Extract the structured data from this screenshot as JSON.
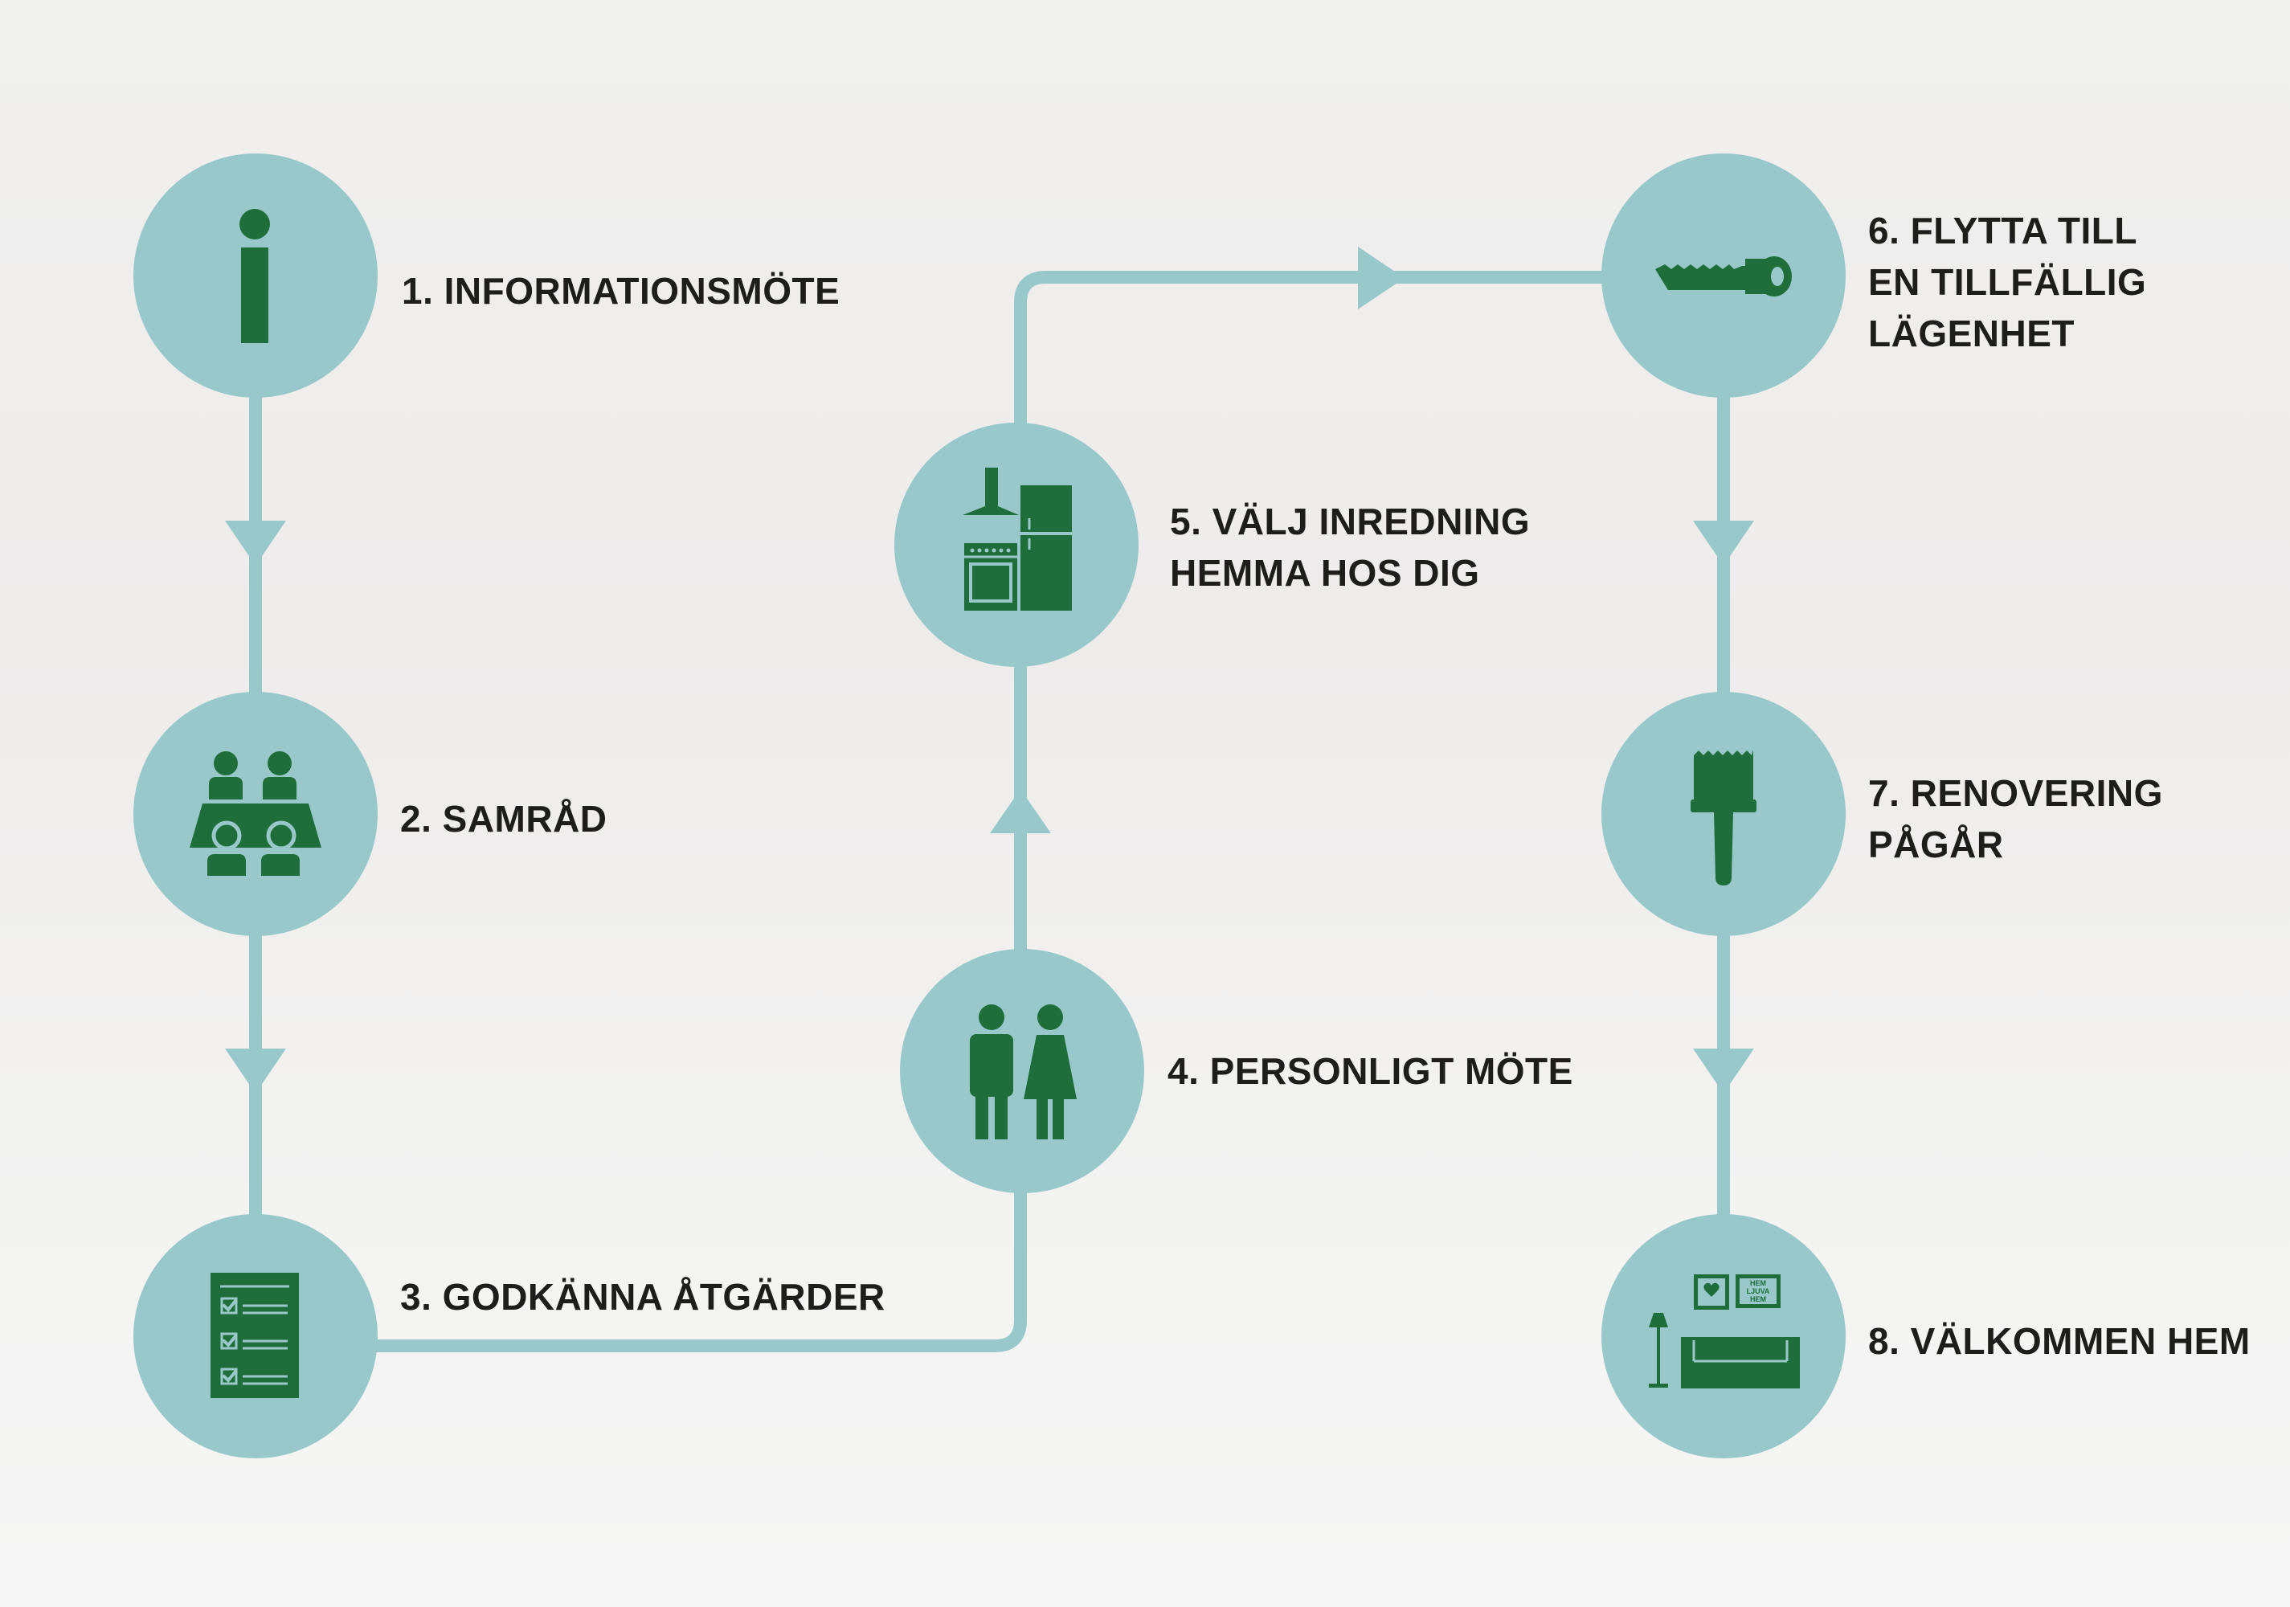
{
  "colors": {
    "connector": "#99c8cb",
    "circle": "#99c8cb",
    "icon": "#1e6d3a",
    "text": "#1d1d1b"
  },
  "steps": [
    {
      "id": 1,
      "lines": [
        "1. INFORMATIONSMÖTE"
      ],
      "icon": "info-icon"
    },
    {
      "id": 2,
      "lines": [
        "2. SAMRÅD"
      ],
      "icon": "meeting-icon"
    },
    {
      "id": 3,
      "lines": [
        "3. GODKÄNNA ÅTGÄRDER"
      ],
      "icon": "checklist-icon"
    },
    {
      "id": 4,
      "lines": [
        "4. PERSONLIGT MÖTE"
      ],
      "icon": "couple-icon"
    },
    {
      "id": 5,
      "lines": [
        "5. VÄLJ INREDNING",
        "HEMMA HOS DIG"
      ],
      "icon": "kitchen-icon"
    },
    {
      "id": 6,
      "lines": [
        "6. FLYTTA TILL",
        "EN TILLFÄLLIG",
        "LÄGENHET"
      ],
      "icon": "key-icon"
    },
    {
      "id": 7,
      "lines": [
        "7. RENOVERING",
        "PÅGÅR"
      ],
      "icon": "paintbrush-icon"
    },
    {
      "id": 8,
      "lines": [
        "8. VÄLKOMMEN HEM"
      ],
      "icon": "living-room-icon"
    }
  ],
  "frame_text": {
    "line1": "HEM",
    "line2": "LJUVA",
    "line3": "HEM"
  }
}
